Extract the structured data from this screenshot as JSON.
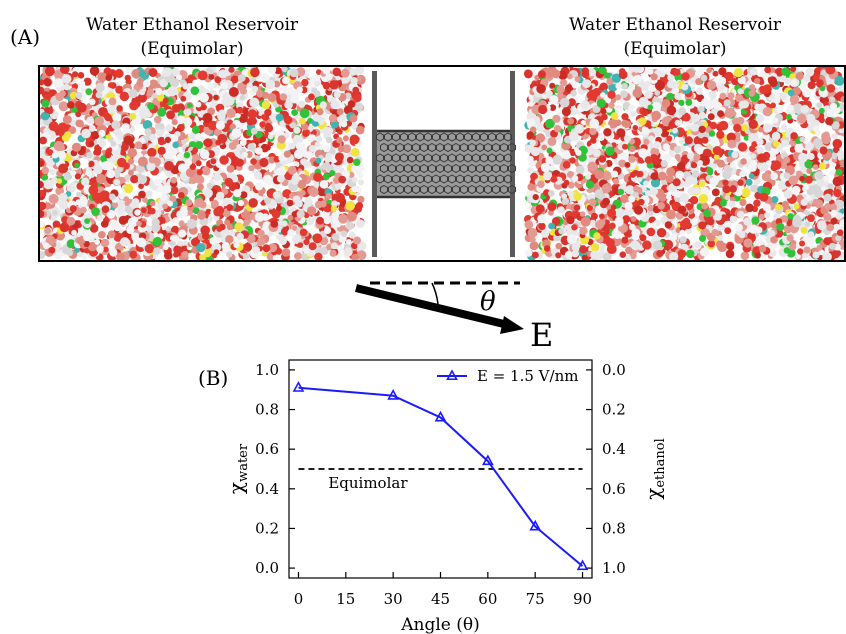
{
  "panel_a": {
    "label": "(A)",
    "left_reservoir": {
      "line1": "Water Ethanol Reservoir",
      "line2": "(Equimolar)"
    },
    "right_reservoir": {
      "line1": "Water Ethanol Reservoir",
      "line2": "(Equimolar)"
    },
    "field_arrow": {
      "theta_symbol": "θ",
      "field_symbol": "E"
    },
    "atom_colors": [
      "#e8e8ea",
      "#f3f3f5",
      "#d9d6d8",
      "#e39a92",
      "#e08a80",
      "#d9352e",
      "#e23a30",
      "#c92c24",
      "#31c23a",
      "#f0e442",
      "#3fb5b0"
    ]
  },
  "panel_b": {
    "label": "(B)"
  },
  "chart_data": {
    "type": "line",
    "xlabel": "Angle (θ)",
    "ylabel": "χwater",
    "ylabel_main": "χ",
    "ylabel_sub": "water",
    "y2label_main": "χ",
    "y2label_sub": "ethanol",
    "x": [
      0,
      30,
      45,
      60,
      75,
      90
    ],
    "xticks": [
      "0",
      "15",
      "30",
      "45",
      "60",
      "75",
      "90"
    ],
    "xtick_values": [
      0,
      15,
      30,
      45,
      60,
      75,
      90
    ],
    "yticks": [
      "0.0",
      "0.2",
      "0.4",
      "0.6",
      "0.8",
      "1.0"
    ],
    "ytick_values": [
      0.0,
      0.2,
      0.4,
      0.6,
      0.8,
      1.0
    ],
    "y2ticks": [
      "1.0",
      "0.8",
      "0.6",
      "0.4",
      "0.2",
      "0.0"
    ],
    "xlim": [
      -3,
      93
    ],
    "ylim": [
      -0.05,
      1.05
    ],
    "series": [
      {
        "name": "E = 1.5 V/nm",
        "color": "#1a1aff",
        "marker": "triangle",
        "values": [
          0.91,
          0.87,
          0.76,
          0.54,
          0.21,
          0.01
        ]
      }
    ],
    "reference_line": {
      "y": 0.5,
      "label": "Equimolar",
      "style": "dashed",
      "x_range": [
        0,
        90
      ]
    },
    "legend_position": "top-right",
    "grid": false
  }
}
